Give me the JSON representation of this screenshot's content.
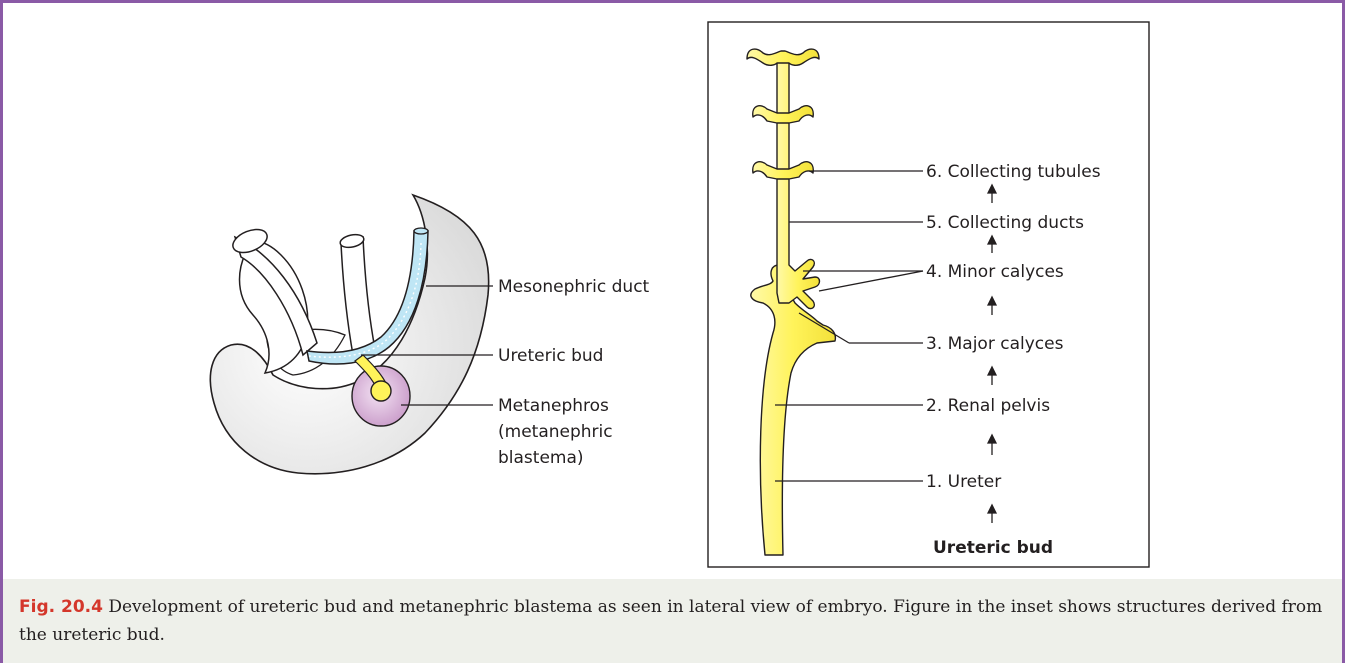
{
  "left_figure": {
    "labels": {
      "mesonephric_duct": "Mesonephric duct",
      "ureteric_bud": "Ureteric bud",
      "metanephros_line1": "Metanephros",
      "metanephros_line2": "(metanephric",
      "metanephros_line3": "blastema)"
    }
  },
  "inset": {
    "labels": {
      "collecting_tubules": "6. Collecting tubules",
      "collecting_ducts": "5. Collecting ducts",
      "minor_calyces": "4. Minor calyces",
      "major_calyces": "3. Major calyces",
      "renal_pelvis": "2. Renal pelvis",
      "ureter": "1. Ureter",
      "ureteric_bud": "Ureteric bud"
    },
    "arrow_glyph": "↑"
  },
  "caption": {
    "fig_number": "Fig. 20.4",
    "text": " Development of ureteric bud and metanephric blastema as seen in lateral view of embryo. Figure in the inset shows structures derived from the ureteric bud."
  },
  "colors": {
    "border": "#8a5aa6",
    "caption_bg": "#eef0ea",
    "fig_number": "#d4372b",
    "bud_yellow": "#fff35a",
    "duct_blue": "#bfe6f5",
    "blastema_purple": "#dcb8dc"
  }
}
